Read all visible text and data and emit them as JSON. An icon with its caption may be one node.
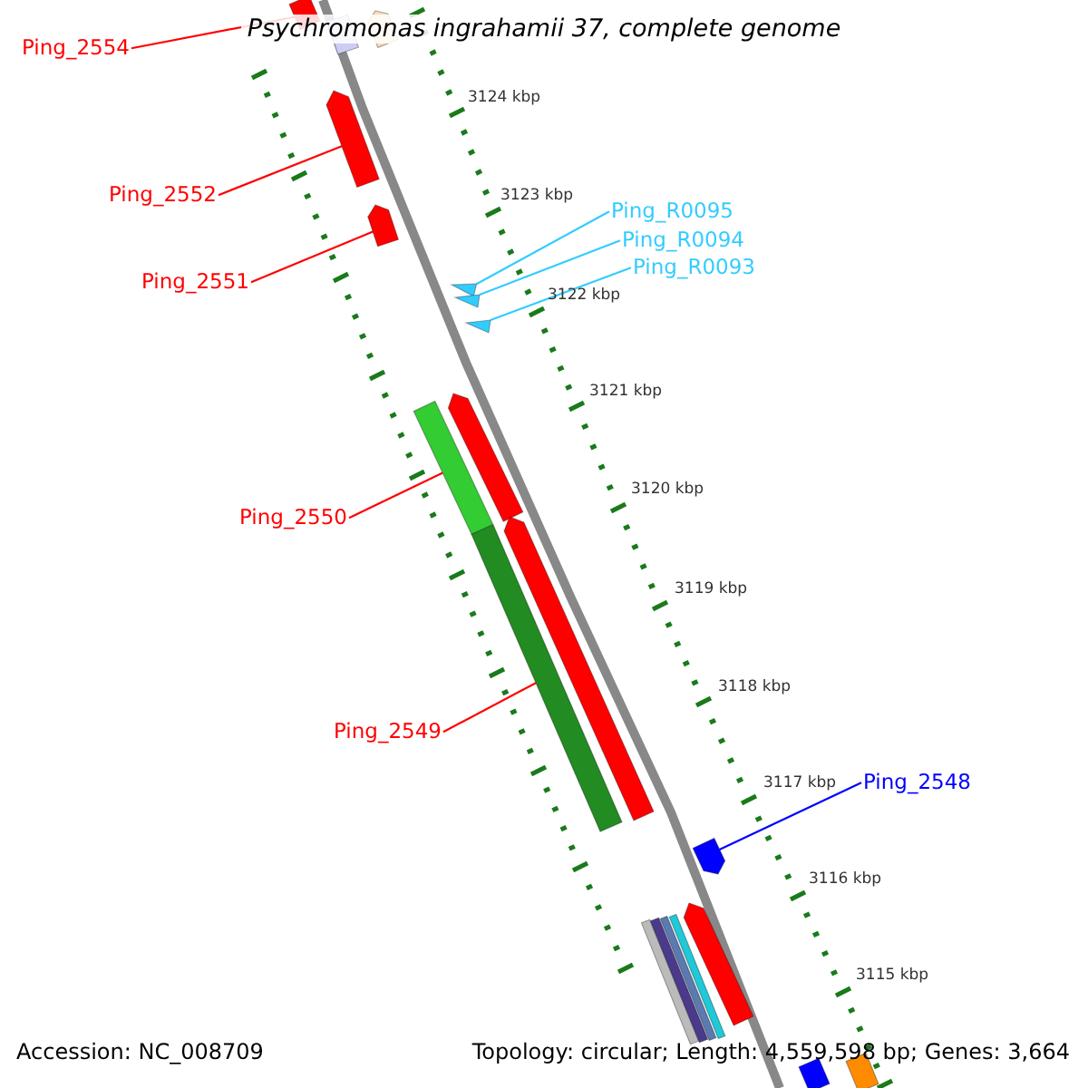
{
  "diagram": {
    "title": "Psychromonas ingrahamii 37, complete genome",
    "nodes": [
      {
        "text": [
          "Ping_2554"
        ]
      },
      {
        "text": [],
        "shape": "bar"
      },
      {
        "text": [
          "Ping_2552"
        ]
      },
      {
        "text": [],
        "shape": "bar"
      },
      {
        "text": [
          "Ping_2551"
        ]
      },
      {
        "text": [],
        "shape": "bar"
      },
      {
        "text": [
          "Ping_R0095"
        ]
      },
      {
        "text": [
          "Ping_R0094"
        ]
      },
      {
        "text": [
          "Ping_R0093"
        ]
      },
      {
        "text": [],
        "shape": "bar"
      },
      {
        "text": [],
        "shape": "bar"
      },
      {
        "text": [],
        "shape": "bar"
      },
      {
        "text": [
          "Ping_2550"
        ]
      },
      {
        "text": [],
        "shape": "bar"
      },
      {
        "text": [
          "Ping_2549"
        ]
      },
      {
        "text": [],
        "shape": "bar"
      },
      {
        "text": [
          "Ping_2548"
        ]
      },
      {
        "text": [],
        "shape": "bar"
      },
      {
        "text": [],
        "shape": "bar"
      },
      {
        "text": [],
        "shape": "bar"
      },
      {
        "text": [],
        "shape": "bar"
      },
      {
        "text": [],
        "shape": "bar"
      },
      {
        "text": [],
        "shape": "bar"
      },
      {
        "text": [],
        "shape": "bar"
      },
      {
        "text": [],
        "shape": "bar"
      },
      {
        "text": [],
        "shape": "bar"
      },
      {
        "text": [],
        "shape": "bar"
      },
      {
        "text": [],
        "shape": "bar"
      },
      {
        "text": [],
        "shape": "bar"
      }
    ],
    "edges": [
      {
        "from": 0,
        "to": 1,
        "arrow": "none"
      },
      {
        "from": 2,
        "to": 3,
        "arrow": "none"
      },
      {
        "from": 4,
        "to": 5,
        "arrow": "none"
      },
      {
        "from": 6,
        "to": 9,
        "arrow": "none",
        "color": "#33ccff"
      },
      {
        "from": 7,
        "to": 10,
        "arrow": "none",
        "color": "#33ccff"
      },
      {
        "from": 8,
        "to": 11,
        "arrow": "none",
        "color": "#33ccff"
      },
      {
        "from": 12,
        "to": 13,
        "arrow": "none"
      },
      {
        "from": 14,
        "to": 15,
        "arrow": "none"
      },
      {
        "from": 16,
        "to": 17,
        "arrow": "none",
        "color": "#0000ff"
      }
    ],
    "labels": [
      "3124 kbp",
      "3123 kbp",
      "3122 kbp",
      "3121 kbp",
      "3120 kbp",
      "3119 kbp",
      "3118 kbp",
      "3117 kbp",
      "3116 kbp",
      "3115 kbp",
      "Accession: NC_008709",
      "Topology: circular; Length: 4,559,598 bp; Genes: 3,664"
    ]
  }
}
